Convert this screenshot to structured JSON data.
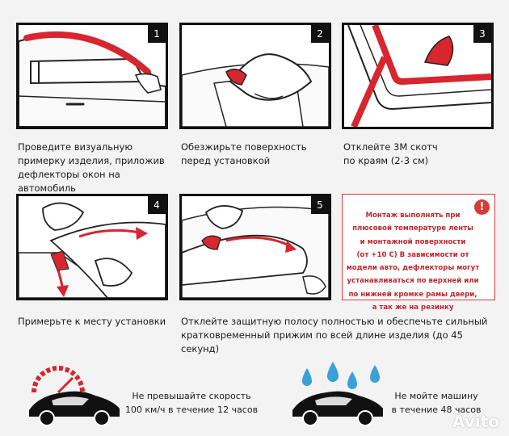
{
  "steps": [
    {
      "number": "1",
      "caption": "Проведите визуальную\nпримерку изделия, приложив\nдефлекторы окон на автомобиль"
    },
    {
      "number": "2",
      "caption": "Обезжирьте поверхность\nперед установкой"
    },
    {
      "number": "3",
      "caption": "Отклейте 3М скотч\nпо краям (2-3 см)"
    },
    {
      "number": "4",
      "caption": "Примерьте к месту установки"
    },
    {
      "number": "5",
      "caption": "Отклейте защитную полосу полностью и обеспечьте сильный\nкратковременный прижим по всей  длине изделия (до 45 секунд)"
    }
  ],
  "warning": {
    "icon": "exclamation-icon",
    "text": "Монтаж выполнять при\nплюсовой температуре ленты\nи монтажной поверхности\n(от +10 С) В зависимости от\nмодели авто, дефлекторы могут\nустанавливаться по верхней или\nпо нижней кромке рамы двери,\nа так же на резинку"
  },
  "notices": [
    {
      "icon": "speedometer-car-icon",
      "text": "Не превышайте скорость\n100 км/ч в течение 12 часов"
    },
    {
      "icon": "raindrops-car-icon",
      "text": "Не мойте машину\nв течение 48 часов"
    }
  ],
  "watermark": "Avito",
  "colors": {
    "accent": "#d7262e",
    "frame": "#111111",
    "drop": "#3aa0d8"
  }
}
